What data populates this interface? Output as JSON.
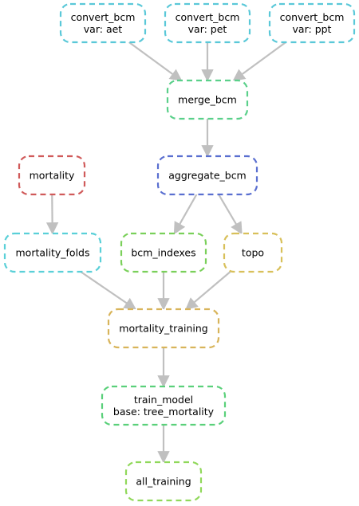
{
  "nodes": [
    {
      "id": "convert_bcm_aet",
      "lines": [
        "convert_bcm",
        "var: aet"
      ],
      "color": "#5ac8d8"
    },
    {
      "id": "convert_bcm_pet",
      "lines": [
        "convert_bcm",
        "var: pet"
      ],
      "color": "#5ac8d8"
    },
    {
      "id": "convert_bcm_ppt",
      "lines": [
        "convert_bcm",
        "var: ppt"
      ],
      "color": "#5ac8d8"
    },
    {
      "id": "merge_bcm",
      "lines": [
        "merge_bcm"
      ],
      "color": "#5ad08a"
    },
    {
      "id": "mortality",
      "lines": [
        "mortality"
      ],
      "color": "#d05a5a"
    },
    {
      "id": "aggregate_bcm",
      "lines": [
        "aggregate_bcm"
      ],
      "color": "#5a6fd0"
    },
    {
      "id": "mortality_folds",
      "lines": [
        "mortality_folds"
      ],
      "color": "#5ad0d8"
    },
    {
      "id": "bcm_indexes",
      "lines": [
        "bcm_indexes"
      ],
      "color": "#7ad05a"
    },
    {
      "id": "topo",
      "lines": [
        "topo"
      ],
      "color": "#d8c05a"
    },
    {
      "id": "mortality_training",
      "lines": [
        "mortality_training"
      ],
      "color": "#d8b45a"
    },
    {
      "id": "train_model",
      "lines": [
        "train_model",
        "base: tree_mortality"
      ],
      "color": "#5ad07a"
    },
    {
      "id": "all_training",
      "lines": [
        "all_training"
      ],
      "color": "#90d85a"
    }
  ],
  "edges": [
    {
      "from": "convert_bcm_aet",
      "to": "merge_bcm"
    },
    {
      "from": "convert_bcm_pet",
      "to": "merge_bcm"
    },
    {
      "from": "convert_bcm_ppt",
      "to": "merge_bcm"
    },
    {
      "from": "merge_bcm",
      "to": "aggregate_bcm"
    },
    {
      "from": "mortality",
      "to": "mortality_folds"
    },
    {
      "from": "aggregate_bcm",
      "to": "bcm_indexes"
    },
    {
      "from": "aggregate_bcm",
      "to": "topo"
    },
    {
      "from": "mortality_folds",
      "to": "mortality_training"
    },
    {
      "from": "bcm_indexes",
      "to": "mortality_training"
    },
    {
      "from": "topo",
      "to": "mortality_training"
    },
    {
      "from": "mortality_training",
      "to": "train_model"
    },
    {
      "from": "train_model",
      "to": "all_training"
    }
  ],
  "edge_color": "#c0c0c0"
}
